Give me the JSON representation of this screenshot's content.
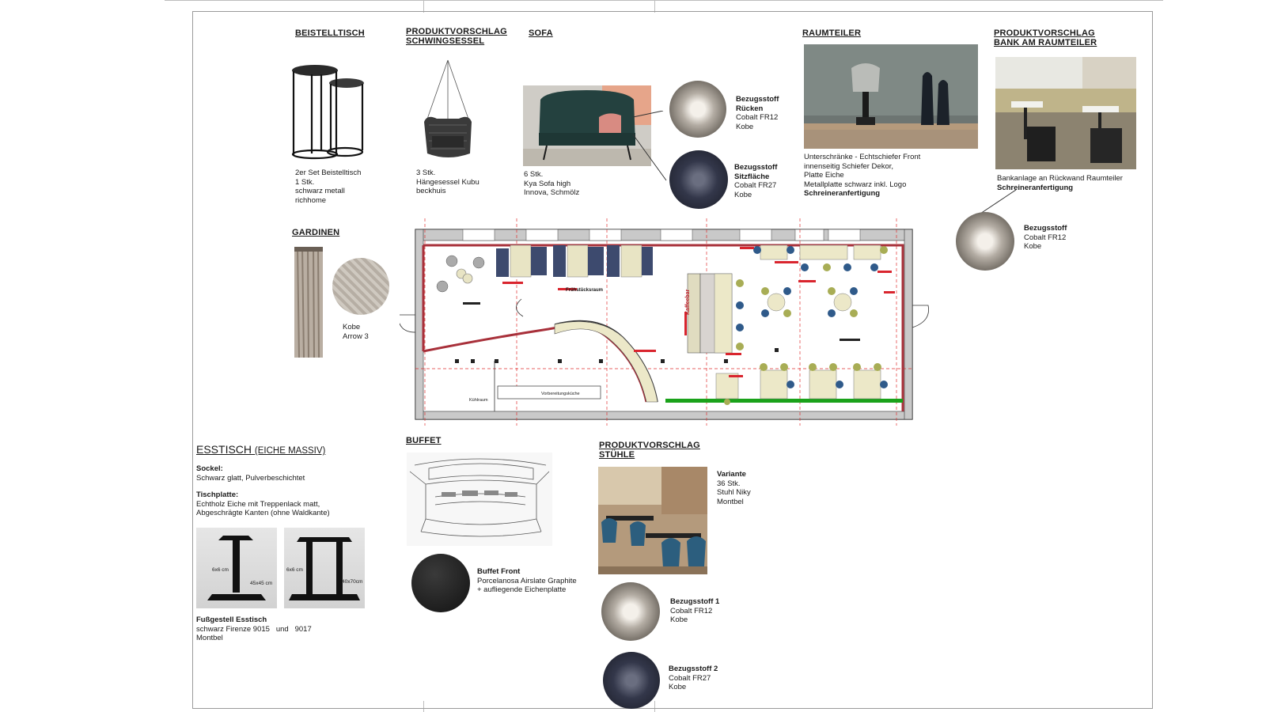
{
  "colors": {
    "plan_wall_red": "#a8303a",
    "plan_dim_red": "#d9252e",
    "plan_grid_red": "#e03030",
    "floor_green": "#1aa21a",
    "seat_blue": "#2f5a8a",
    "seat_olive": "#a8ad55",
    "table_cream": "#e8e4c4",
    "sofa_navy": "#3d4a6e",
    "fabric_beige": "#a8a096",
    "fabric_navy": "#262a36",
    "buffet_stone": "#2a2a2a"
  },
  "beistelltisch": {
    "heading": "BEISTELLTISCH",
    "lines": [
      "2er Set Beistelltisch",
      "1 Stk.",
      "schwarz metall",
      "richhome"
    ]
  },
  "schwingsessel": {
    "heading_1": "PRODUKTVORSCHLAG",
    "heading_2": "SCHWINGSESSEL",
    "lines": [
      "3 Stk.",
      "Hängesessel Kubu",
      "beckhuis"
    ]
  },
  "sofa": {
    "heading": "SOFA",
    "lines": [
      "6 Stk.",
      "Kya Sofa high",
      "Innova, Schmölz"
    ]
  },
  "bezug_ruecken": {
    "title_1": "Bezugsstoff",
    "title_2": "Rücken",
    "lines": [
      "Cobalt FR12",
      "Kobe"
    ]
  },
  "bezug_sitz": {
    "title_1": "Bezugsstoff",
    "title_2": "Sitzfläche",
    "lines": [
      "Cobalt FR27",
      "Kobe"
    ]
  },
  "raumteiler": {
    "heading": "RAUMTEILER",
    "lines": [
      "Unterschränke - Echtschiefer Front",
      "innenseitig Schiefer Dekor,",
      "Platte Eiche",
      "Metallplatte schwarz inkl. Logo"
    ],
    "bold_line": "Schreineranfertigung"
  },
  "bank": {
    "heading_1": "PRODUKTVORSCHLAG",
    "heading_2": "BANK AM RAUMTEILER",
    "line": "Bankanlage an Rückwand Raumteiler",
    "bold_line": "Schreineranfertigung"
  },
  "bezug_bank": {
    "title": "Bezugsstoff",
    "lines": [
      "Cobalt FR12",
      "Kobe"
    ]
  },
  "gardinen": {
    "heading": "GARDINEN",
    "lines": [
      "Kobe",
      "Arrow 3"
    ]
  },
  "plan": {
    "label_fruehstueck": "Frühstücksraum",
    "label_kaffeebar": "Kaffeebar",
    "label_kuehlraum": "Kühlraum",
    "label_vorbereitung": "Vorbereitungsküche"
  },
  "esstisch": {
    "heading": "ESSTISCH",
    "heading_suffix": "(EICHE MASSIV)",
    "sockel_label": "Sockel:",
    "sockel_text": "Schwarz glatt, Pulverbeschichtet",
    "platte_label": "Tischplatte:",
    "platte_lines": [
      "Echtholz Eiche mit Treppenlack matt,",
      "Abgeschrägte Kanten (ohne Waldkante)"
    ],
    "base1_size": "6x6 cm",
    "base1_dim": "45x45 cm",
    "base2_size": "6x6 cm",
    "base2_dim": "40x70cm",
    "fuss_title": "Fußgestell Esstisch",
    "fuss_line_1": "schwarz Firenze 9015   und   9017",
    "fuss_line_2": "Montbel"
  },
  "buffet": {
    "heading": "BUFFET",
    "front_title": "Buffet Front",
    "front_lines": [
      "Porcelanosa Airslate Graphite",
      "+ aufliegende Eichenplatte"
    ]
  },
  "stuehle": {
    "heading_1": "PRODUKTVORSCHLAG",
    "heading_2": "STÜHLE",
    "variant_title": "Variante",
    "variant_lines": [
      "36 Stk.",
      "Stuhl Niky",
      "Montbel"
    ]
  },
  "bezug_1": {
    "title": "Bezugsstoff 1",
    "lines": [
      "Cobalt FR12",
      "Kobe"
    ]
  },
  "bezug_2": {
    "title": "Bezugsstoff 2",
    "lines": [
      "Cobalt FR27",
      "Kobe"
    ]
  }
}
